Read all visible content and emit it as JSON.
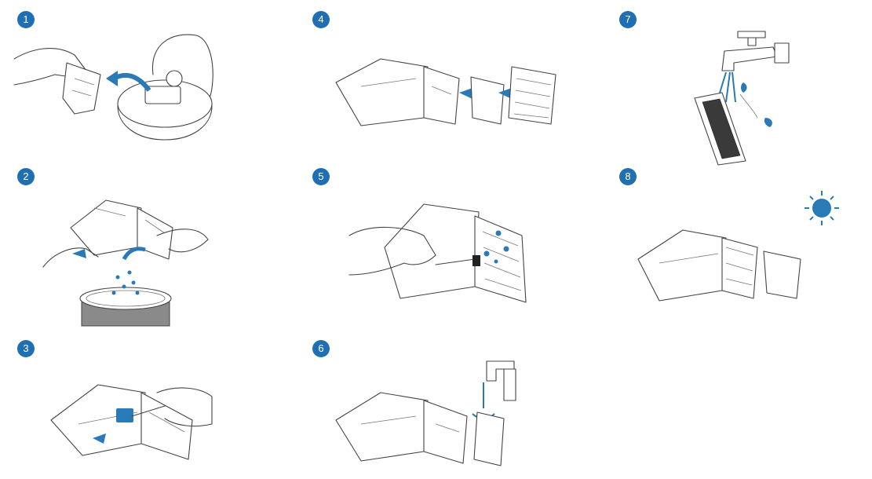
{
  "accent_color": "#1f6fb2",
  "steps": [
    {
      "number": "1",
      "icon": "remove-dustbin-illustration"
    },
    {
      "number": "2",
      "icon": "empty-dustbin-illustration"
    },
    {
      "number": "3",
      "icon": "brush-dustbin-illustration"
    },
    {
      "number": "4",
      "icon": "remove-filters-illustration"
    },
    {
      "number": "5",
      "icon": "brush-filter-illustration"
    },
    {
      "number": "6",
      "icon": "rinse-sponge-illustration"
    },
    {
      "number": "7",
      "icon": "rinse-filter-illustration"
    },
    {
      "number": "8",
      "icon": "sun-dry-illustration"
    }
  ]
}
